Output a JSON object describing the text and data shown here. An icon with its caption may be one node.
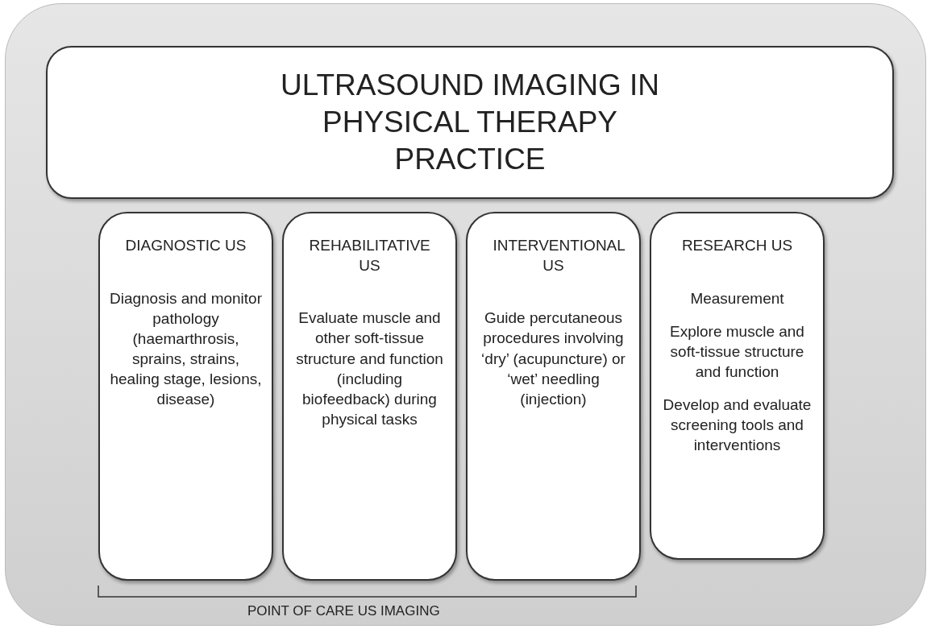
{
  "diagram": {
    "nodes": [
      {
        "text": [],
        "shape": "box"
      },
      {
        "text": [
          "ULTRASOUND IMAGING IN PHYSICAL THERAPY PRACTICE"
        ],
        "in": 0
      },
      {
        "text": [
          "DIAGNOSTIC US",
          "Diagnosis and monitor pathology (haemarthrosis, sprains, strains, healing stage, lesions, disease)"
        ],
        "in": 0
      },
      {
        "text": [
          "REHABILITATIVE US",
          "Evaluate muscle and other soft-tissue structure and function (including biofeedback) during physical tasks"
        ],
        "in": 0
      },
      {
        "text": [
          "INTERVENTIONAL US",
          "Guide percutaneous procedures involving ‘dry’ (acupuncture) or ‘wet’ needling (injection)"
        ],
        "in": 0
      },
      {
        "text": [
          "RESEARCH US",
          "Measurement",
          "Explore muscle and soft-tissue structure and function",
          "Develop and evaluate screening tools and interventions"
        ],
        "in": 0
      }
    ],
    "labels": [
      "POINT OF CARE US IMAGING"
    ]
  }
}
